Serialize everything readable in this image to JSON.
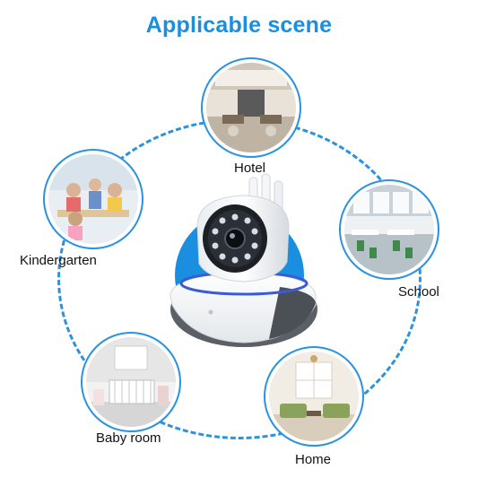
{
  "title": "Applicable scene",
  "scenes": [
    {
      "label": "Hotel"
    },
    {
      "label": "School"
    },
    {
      "label": "Home"
    },
    {
      "label": "Baby room"
    },
    {
      "label": "Kindergarten"
    }
  ],
  "colors": {
    "accent": "#2a92de",
    "title": "#1a8fe0"
  },
  "icons": [
    "camera-icon"
  ]
}
